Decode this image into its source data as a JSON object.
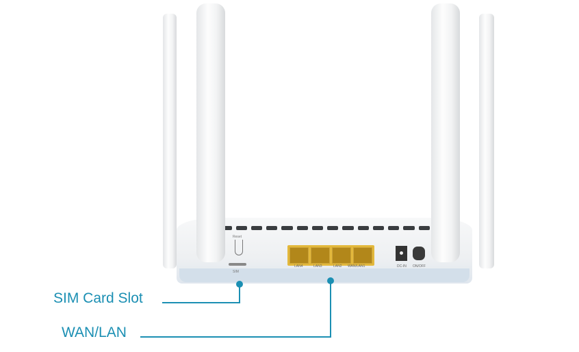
{
  "device": {
    "reset_label": "Reset",
    "sim_label": "SIM",
    "ports": [
      "LAN4",
      "LAN3",
      "LAN2",
      "WAN/LAN1"
    ],
    "dc_label": "DC-IN",
    "power_label": "ON/OFF"
  },
  "callouts": {
    "sim": "SIM Card Slot",
    "wan_lan": "WAN/LAN"
  },
  "colors": {
    "accent": "#1b8fb3",
    "port": "#e3b83b"
  }
}
